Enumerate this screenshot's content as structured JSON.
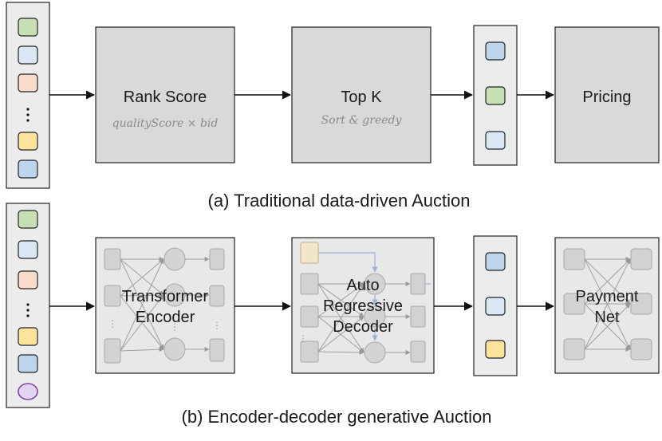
{
  "top": {
    "rank_title": "Rank Score",
    "rank_formula": "qualityScore × bid",
    "topk_title": "Top K",
    "topk_sub": "Sort & greedy",
    "pricing_title": "Pricing",
    "caption": "(a) Traditional data-driven Auction"
  },
  "bottom": {
    "transformer_line1": "Transformer",
    "transformer_line2": "Encoder",
    "decoder_line1": "Auto",
    "decoder_line2": "Regressive",
    "decoder_line3": "Decoder",
    "payment_line1": "Payment",
    "payment_line2": "Net",
    "caption": "(b) Encoder-decoder generative Auction"
  },
  "colors": {
    "green": "#c6e0b4",
    "blue_light": "#dae6f4",
    "peach": "#f8dccb",
    "yellow": "#fde49b",
    "blue": "#bcd5ec",
    "purple": "#e3d6f0",
    "purple_border": "#7a3fb5"
  },
  "items": {
    "input_column_top": [
      "green",
      "blue_light",
      "peach",
      "ellipsis",
      "yellow",
      "blue"
    ],
    "output_column_top": [
      "blue",
      "green",
      "blue_light"
    ],
    "input_column_bottom": [
      "green",
      "blue_light",
      "peach",
      "ellipsis",
      "yellow",
      "blue",
      "purple-circle"
    ],
    "output_column_bottom": [
      "blue",
      "blue_light",
      "yellow"
    ]
  }
}
